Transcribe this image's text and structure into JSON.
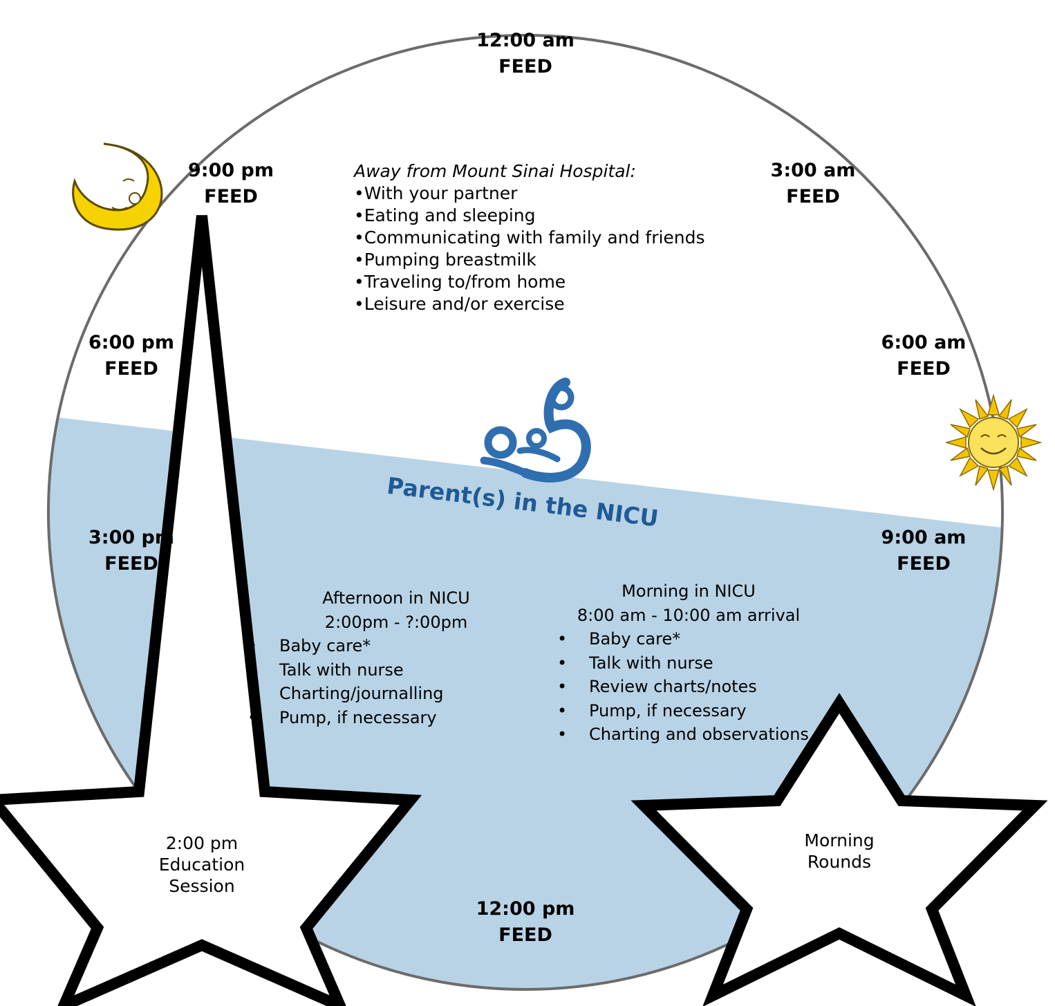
{
  "times": [
    {
      "time": "12:00 am",
      "label": "FEED"
    },
    {
      "time": "3:00 am",
      "label": "FEED"
    },
    {
      "time": "6:00 am",
      "label": "FEED"
    },
    {
      "time": "9:00 am",
      "label": "FEED"
    },
    {
      "time": "12:00 pm",
      "label": "FEED"
    },
    {
      "time": "3:00 pm",
      "label": "FEED"
    },
    {
      "time": "6:00 pm",
      "label": "FEED"
    },
    {
      "time": "9:00 pm",
      "label": "FEED"
    }
  ],
  "away": {
    "title": "Away from Mount Sinai Hospital:",
    "items": [
      "•With your partner",
      "•Eating and sleeping",
      "•Communicating with family and friends",
      "•Pumping breastmilk",
      "•Traveling to/from home",
      "•Leisure and/or exercise"
    ]
  },
  "nicu_title": "Parent(s) in the NICU",
  "afternoon": {
    "heading": "Afternoon in NICU",
    "hours": "2:00pm - ?:00pm",
    "items": [
      "Baby care*",
      "Talk with nurse",
      "Charting/journalling",
      "Pump, if necessary"
    ]
  },
  "morning": {
    "heading": "Morning in NICU",
    "hours": "8:00 am - 10:00 am arrival",
    "items": [
      "Baby care*",
      "Talk with nurse",
      "Review charts/notes",
      "Pump, if necessary",
      "Charting and observations"
    ]
  },
  "star_left": {
    "line1": "2:00 pm",
    "line2": "Education",
    "line3": "Session"
  },
  "star_right": {
    "line1": "Morning",
    "line2": "Rounds"
  },
  "colors": {
    "nicu_fill": "#b8d3e6",
    "circle_stroke": "#6b6b6b",
    "logo_blue": "#2f6fb0",
    "title_blue": "#1f5a96",
    "moon": "#f5d200",
    "sun": "#f7c928"
  }
}
